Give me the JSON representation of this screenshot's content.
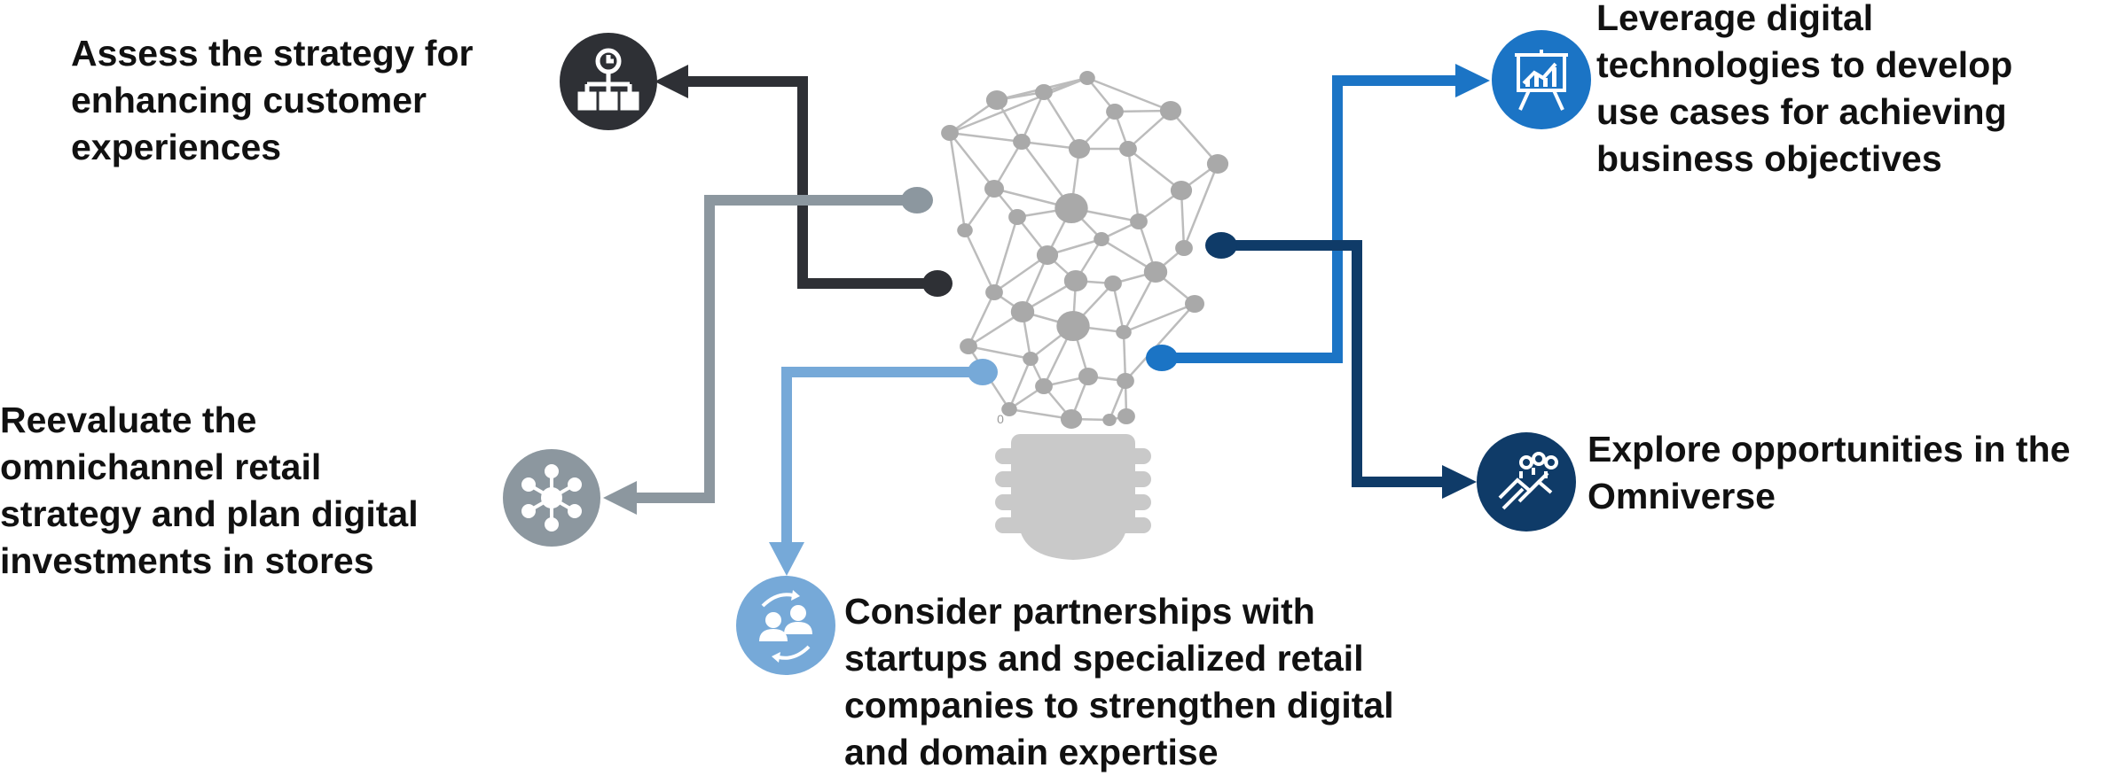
{
  "colors": {
    "dark": "#2e3035",
    "slate": "#8c979f",
    "lightblue": "#76a9d8",
    "blue": "#1b74c5",
    "navy": "#0f3b68",
    "network": "#bcbcbc",
    "nodes": "#a9a9a9",
    "bulb_base": "#c9c9c9",
    "text": "#111111"
  },
  "items": [
    {
      "id": "assess-strategy",
      "color": "dark",
      "icon": "org-chart-icon",
      "text": "Assess the strategy for\nenhancing customer\nexperiences"
    },
    {
      "id": "reevaluate-omnichannel",
      "color": "slate",
      "icon": "network-hub-icon",
      "text": "Reevaluate the\nomnichannel retail\nstrategy and plan digital\ninvestments in stores"
    },
    {
      "id": "consider-partnerships",
      "color": "lightblue",
      "icon": "partnership-exchange-icon",
      "text": "Consider partnerships with\nstartups and specialized retail\ncompanies to strengthen digital\nand domain expertise"
    },
    {
      "id": "leverage-technologies",
      "color": "blue",
      "icon": "presentation-chart-icon",
      "text": "Leverage digital\ntechnologies to develop\nuse cases for achieving\nbusiness objectives"
    },
    {
      "id": "explore-omniverse",
      "color": "navy",
      "icon": "vr-handshake-icon",
      "text": "Explore opportunities in the\nOmniverse"
    }
  ],
  "bulb": {
    "icon": "lightbulb-network-icon",
    "base_mark": "0"
  }
}
